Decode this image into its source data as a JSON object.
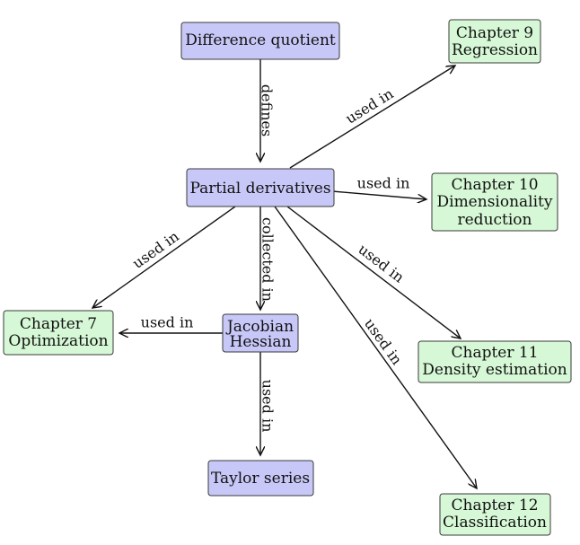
{
  "nodes": {
    "difference_quotient": {
      "lines": [
        "Difference quotient"
      ]
    },
    "partial_derivatives": {
      "lines": [
        "Partial derivatives"
      ]
    },
    "jacobian_hessian": {
      "lines": [
        "Jacobian",
        "Hessian"
      ]
    },
    "taylor_series": {
      "lines": [
        "Taylor series"
      ]
    },
    "chapter9": {
      "lines": [
        "Chapter 9",
        "Regression"
      ]
    },
    "chapter10": {
      "lines": [
        "Chapter 10",
        "Dimensionality",
        "reduction"
      ]
    },
    "chapter7": {
      "lines": [
        "Chapter 7",
        "Optimization"
      ]
    },
    "chapter11": {
      "lines": [
        "Chapter 11",
        "Density estimation"
      ]
    },
    "chapter12": {
      "lines": [
        "Chapter 12",
        "Classification"
      ]
    }
  },
  "edges": {
    "defines": "defines",
    "used_in": "used in",
    "collected_in": "collected in"
  },
  "colors": {
    "concept_fill": "#c8c8f8",
    "chapter_fill": "#d6f8d6",
    "border": "#3a3a3a",
    "line": "#111111"
  }
}
